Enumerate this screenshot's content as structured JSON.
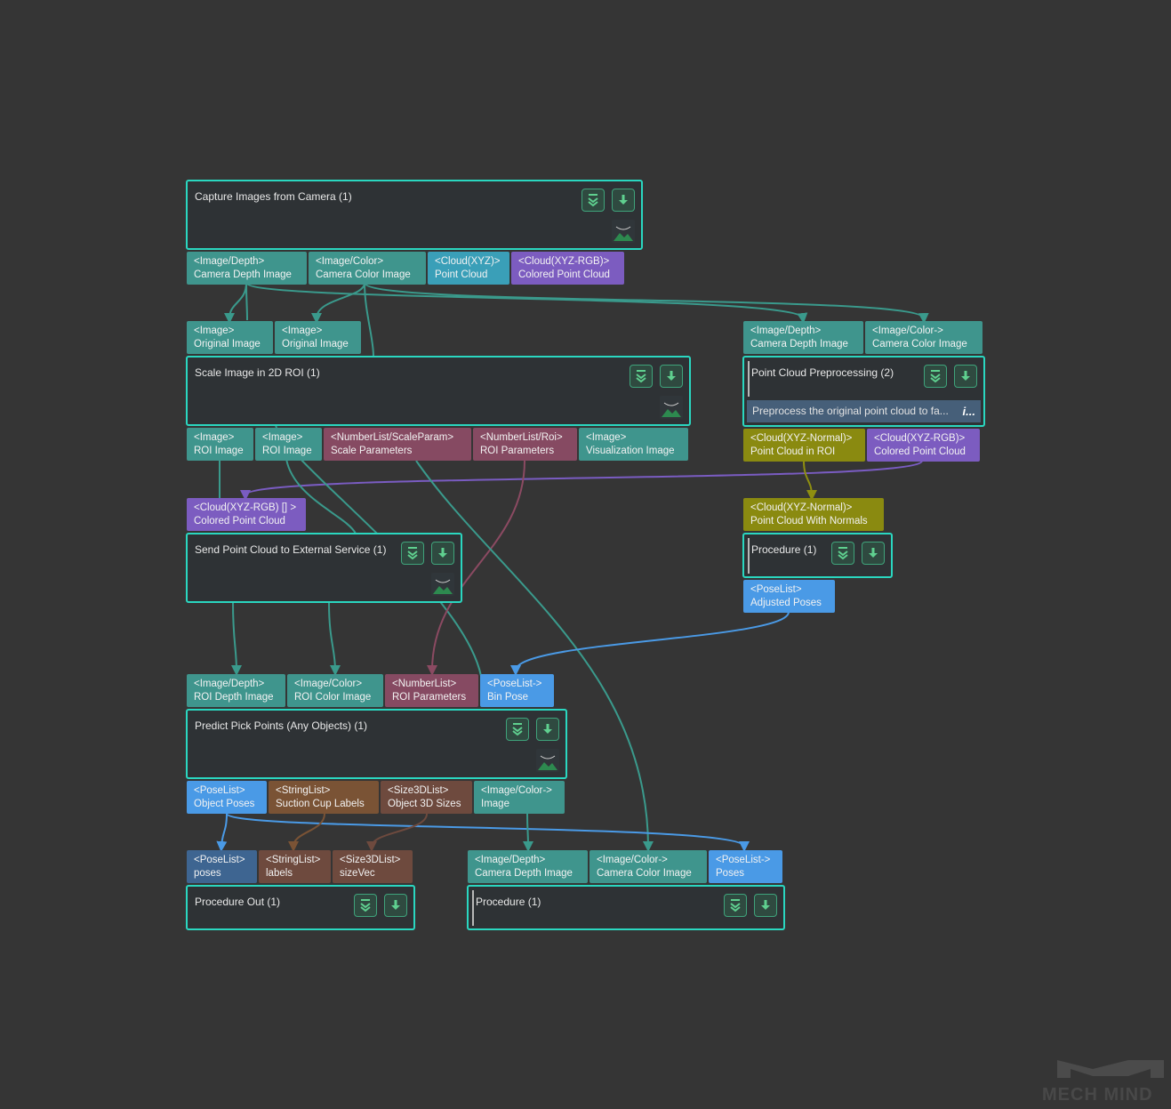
{
  "nodes": {
    "capture": {
      "title": "Capture Images from Camera (1)"
    },
    "scale": {
      "title": "Scale Image in 2D ROI (1)"
    },
    "preproc": {
      "title": "Point Cloud Preprocessing (2)",
      "description": "Preprocess the original point cloud to fa...",
      "info": "i..."
    },
    "send": {
      "title": "Send Point Cloud to External Service (1)"
    },
    "procedure_right": {
      "title": "Procedure (1)"
    },
    "predict": {
      "title": "Predict Pick Points (Any Objects) (1)"
    },
    "procout": {
      "title": "Procedure Out (1)"
    },
    "procedure_bottom": {
      "title": "Procedure (1)"
    }
  },
  "ports": {
    "cap_out_depth": {
      "type": "<Image/Depth>",
      "label": "Camera Depth Image"
    },
    "cap_out_color": {
      "type": "<Image/Color>",
      "label": "Camera Color Image"
    },
    "cap_out_xyz": {
      "type": "<Cloud(XYZ)>",
      "label": "Point Cloud"
    },
    "cap_out_rgb": {
      "type": "<Cloud(XYZ-RGB)>",
      "label": "Colored Point Cloud"
    },
    "scale_in_1": {
      "type": "<Image>",
      "label": "Original Image"
    },
    "scale_in_2": {
      "type": "<Image>",
      "label": "Original Image"
    },
    "scale_out_roi1": {
      "type": "<Image>",
      "label": "ROI Image"
    },
    "scale_out_roi2": {
      "type": "<Image>",
      "label": "ROI Image"
    },
    "scale_out_param": {
      "type": "<NumberList/ScaleParam>",
      "label": "Scale Parameters"
    },
    "scale_out_roip": {
      "type": "<NumberList/Roi>",
      "label": "ROI Parameters"
    },
    "scale_out_vis": {
      "type": "<Image>",
      "label": "Visualization Image"
    },
    "pre_in_depth": {
      "type": "<Image/Depth>",
      "label": "Camera Depth Image"
    },
    "pre_in_color": {
      "type": "<Image/Color->",
      "label": "Camera Color Image"
    },
    "pre_out_norm": {
      "type": "<Cloud(XYZ-Normal)>",
      "label": "Point Cloud in ROI"
    },
    "pre_out_rgb": {
      "type": "<Cloud(XYZ-RGB)>",
      "label": "Colored Point Cloud"
    },
    "send_in_rgb": {
      "type": "<Cloud(XYZ-RGB) [] >",
      "label": "Colored Point Cloud"
    },
    "proc_in_norm": {
      "type": "<Cloud(XYZ-Normal)>",
      "label": "Point Cloud With Normals"
    },
    "proc_out_pose": {
      "type": "<PoseList>",
      "label": "Adjusted Poses"
    },
    "pred_in_depth": {
      "type": "<Image/Depth>",
      "label": "ROI Depth Image"
    },
    "pred_in_color": {
      "type": "<Image/Color>",
      "label": "ROI Color Image"
    },
    "pred_in_num": {
      "type": "<NumberList>",
      "label": "ROI Parameters"
    },
    "pred_in_bin": {
      "type": "<PoseList->",
      "label": "Bin Pose"
    },
    "pred_out_pose": {
      "type": "<PoseList>",
      "label": "Object Poses"
    },
    "pred_out_str": {
      "type": "<StringList>",
      "label": "Suction Cup Labels"
    },
    "pred_out_size": {
      "type": "<Size3DList>",
      "label": "Object 3D Sizes"
    },
    "pred_out_img": {
      "type": "<Image/Color->",
      "label": "Image"
    },
    "out_in_pose": {
      "type": "<PoseList>",
      "label": "poses"
    },
    "out_in_str": {
      "type": "<StringList>",
      "label": "labels"
    },
    "out_in_size": {
      "type": "<Size3DList>",
      "label": "sizeVec"
    },
    "pb_in_depth": {
      "type": "<Image/Depth>",
      "label": "Camera Depth Image"
    },
    "pb_in_color": {
      "type": "<Image/Color->",
      "label": "Camera Color Image"
    },
    "pb_in_pose": {
      "type": "<PoseList->",
      "label": "Poses"
    }
  },
  "logo": {
    "text": "MECH MIND"
  },
  "colors": {
    "background": "#353535",
    "node_border": "#2ad7c0",
    "wire_image": "#3a9a8c",
    "wire_rgb": "#7a5cc2",
    "wire_normal": "#8f8f10",
    "wire_number": "#8b4a62",
    "wire_pose": "#4a9ae6",
    "wire_string": "#7a5335",
    "wire_size": "#6e4a3e"
  }
}
